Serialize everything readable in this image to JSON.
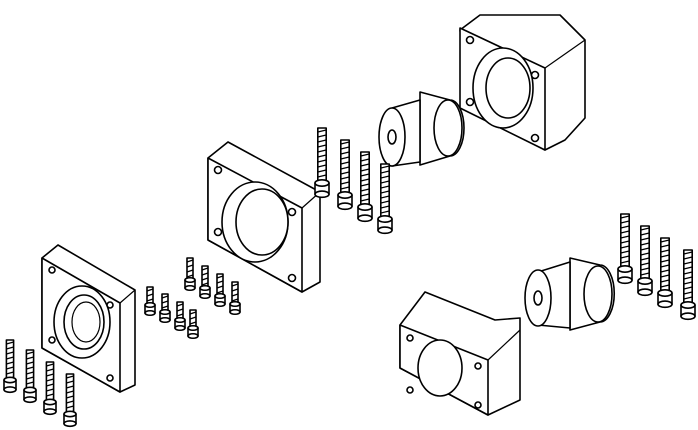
{
  "illustration": {
    "line_color": "#000000",
    "background_color": "#ffffff",
    "parts": [
      "flange-plate-small",
      "flange-plate-large",
      "motor-housing-top",
      "motor-housing-bottom",
      "coupling-top",
      "coupling-bottom",
      "screw-set"
    ]
  }
}
